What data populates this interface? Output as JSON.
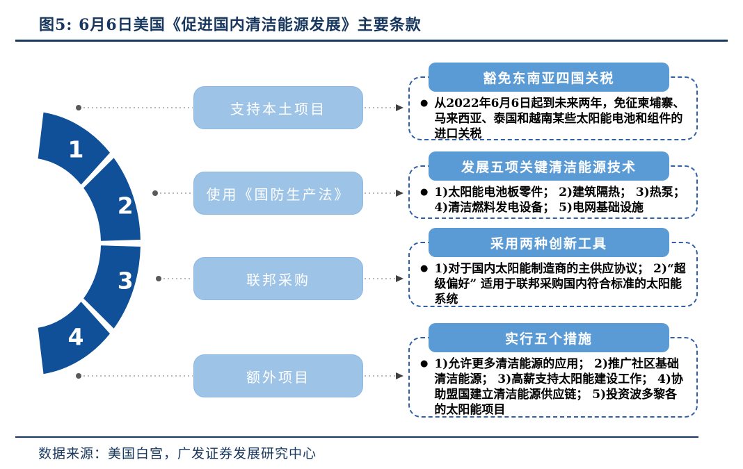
{
  "title": "图5: 6月6日美国《促进国内清洁能源发展》主要条款",
  "source": "数据来源：美国白宫，广发证券发展研究中心",
  "donut": {
    "segment_labels": [
      "1",
      "2",
      "3",
      "4"
    ]
  },
  "rows": [
    {
      "num": "1",
      "branch": "支持本土项目",
      "header": "豁免东南亚四国关税",
      "body": "从2022年6月6日起到未来两年，免征柬埔寨、马来西亚、泰国和越南某些太阳能电池和组件的进口关税"
    },
    {
      "num": "2",
      "branch": "使用《国防生产法》",
      "header": "发展五项关键清洁能源技术",
      "body": "1)太阳能电池板零件； 2)建筑隔热； 3)热泵； 4)清洁燃料发电设备； 5)电网基础设施"
    },
    {
      "num": "3",
      "branch": "联邦采购",
      "header": "采用两种创新工具",
      "body": "1)对于国内太阳能制造商的主供应协议； 2)“超级偏好” 适用于联邦采购国内符合标准的太阳能系统"
    },
    {
      "num": "4",
      "branch": "额外项目",
      "header": "实行五个措施",
      "body": "1)允许更多清洁能源的应用； 2)推广社区基础清洁能源； 3)高薪支持太阳能建设工作； 4)协助盟国建立清洁能源供应链； 5)投资波多黎各的太阳能项目"
    }
  ],
  "colors": {
    "donut_blue": "#0F5098",
    "header_blue": "#5B9BD5",
    "branch_blue": "#9DC3E6",
    "dash_blue": "#2E5FA8",
    "ink_navy": "#17375E",
    "connector_gray": "#A0A0A0",
    "dot_gray": "#595959"
  }
}
